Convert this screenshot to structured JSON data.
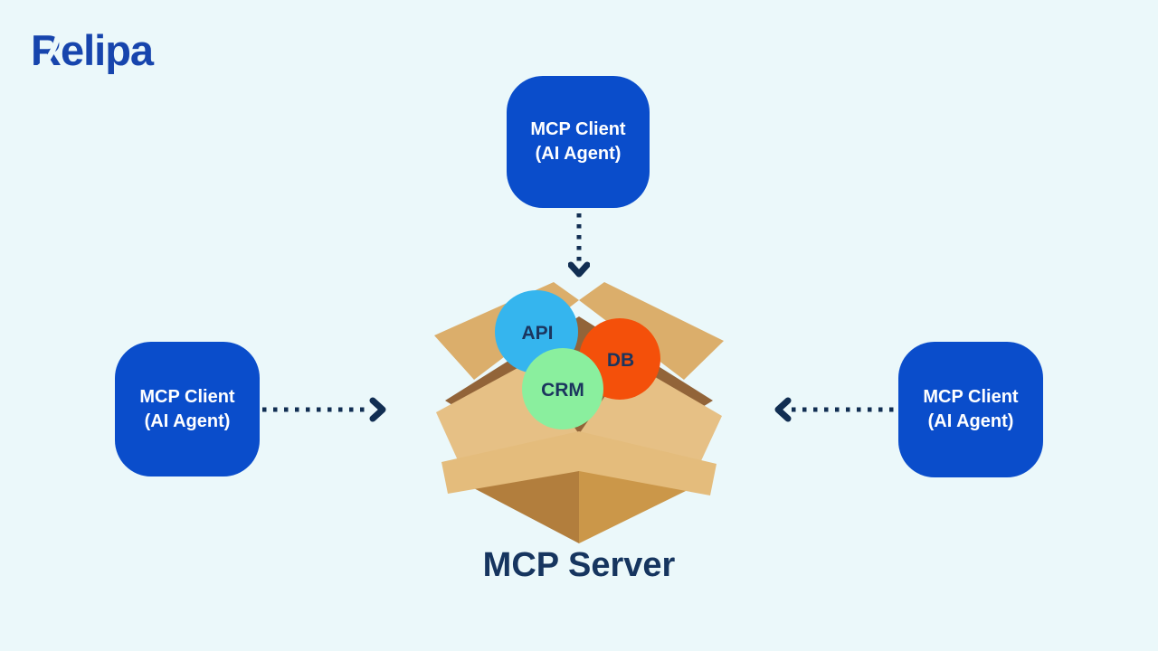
{
  "logo": {
    "text": "Relipa",
    "color": "#1745ad"
  },
  "colors": {
    "background": "#ebf8fa",
    "client_box": "#0a4dcb",
    "client_text": "#ffffff",
    "server_title": "#16355f",
    "arrow": "#112e52",
    "box_cardboard_light": "#e4bc7c",
    "box_cardboard_mid": "#cb9749",
    "box_cardboard_dark": "#b27e3d",
    "box_interior": "#926439",
    "circle_label": "#1b355e"
  },
  "clients": [
    {
      "position": "top",
      "line1": "MCP Client",
      "line2": "(AI Agent)"
    },
    {
      "position": "left",
      "line1": "MCP Client",
      "line2": "(AI Agent)"
    },
    {
      "position": "right",
      "line1": "MCP Client",
      "line2": "(AI Agent)"
    }
  ],
  "server": {
    "label": "MCP Server",
    "services": [
      {
        "label": "API",
        "color": "#35b5ee"
      },
      {
        "label": "DB",
        "color": "#f4500a"
      },
      {
        "label": "CRM",
        "color": "#8aef9e"
      }
    ]
  },
  "arrows": [
    {
      "from": "top-client",
      "to": "mcp-server",
      "direction": "down",
      "style": "dotted"
    },
    {
      "from": "left-client",
      "to": "mcp-server",
      "direction": "right",
      "style": "dotted"
    },
    {
      "from": "right-client",
      "to": "mcp-server",
      "direction": "left",
      "style": "dotted"
    }
  ]
}
